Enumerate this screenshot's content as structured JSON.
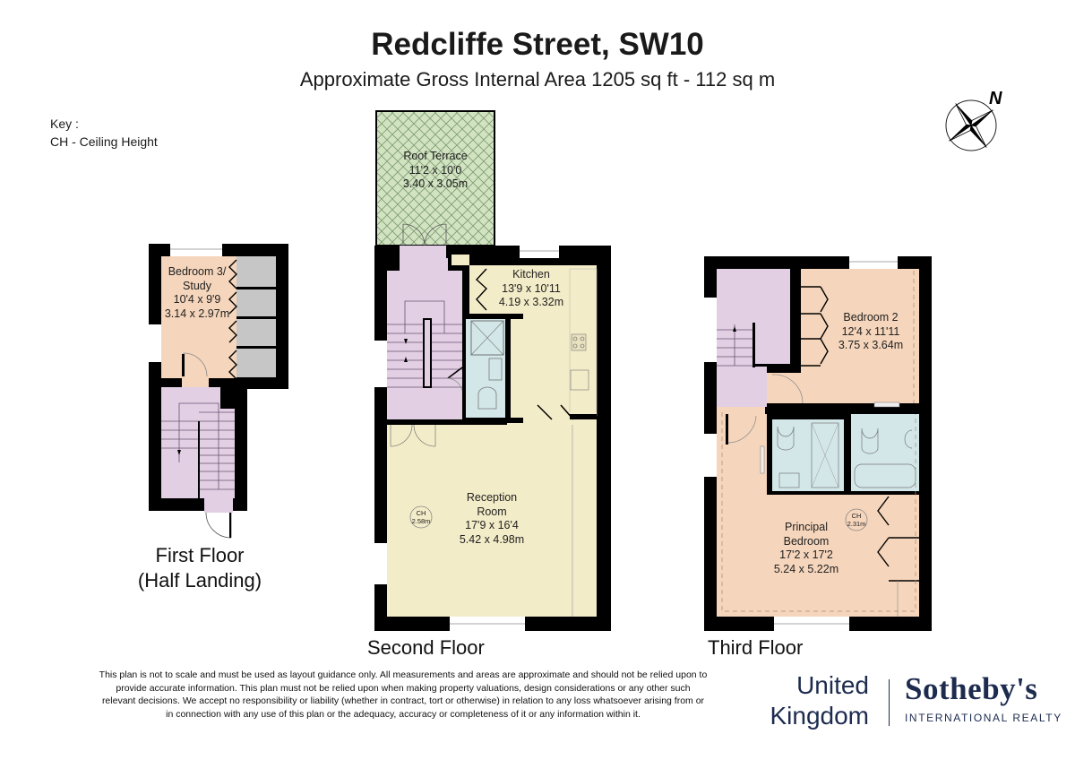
{
  "header": {
    "title": "Redcliffe Street, SW10",
    "subtitle": "Approximate Gross Internal Area 1205 sq ft - 112 sq m"
  },
  "key": {
    "heading": "Key :",
    "entries": [
      "CH - Ceiling Height"
    ]
  },
  "compass": {
    "icon": "north-arrow-compass-icon",
    "label": "N"
  },
  "colors": {
    "wall": "#000000",
    "bedroom": "#f5d5bb",
    "circulation": "#e2cfe4",
    "reception_kitchen": "#f3ecc8",
    "bathroom": "#d3e7e9",
    "terrace": "#d2e3c2",
    "storage": "#c6c6c6",
    "brand": "#1d2b4f"
  },
  "floors": [
    {
      "name": "First Floor",
      "name_line2": "(Half Landing)",
      "rooms": [
        {
          "name": "Bedroom 3/",
          "name_line2": "Study",
          "imperial": "10'4 x 9'9",
          "metric": "3.14 x 2.97m"
        }
      ]
    },
    {
      "name": "Second Floor",
      "rooms": [
        {
          "name": "Roof Terrace",
          "imperial": "11'2 x 10'0",
          "metric": "3.40 x 3.05m"
        },
        {
          "name": "Kitchen",
          "imperial": "13'9 x 10'11",
          "metric": "4.19 x 3.32m"
        },
        {
          "name": "Reception",
          "name_line2": "Room",
          "imperial": "17'9 x 16'4",
          "metric": "5.42 x 4.98m",
          "ceiling_height": {
            "label": "CH",
            "value": "2.58m"
          }
        }
      ]
    },
    {
      "name": "Third Floor",
      "rooms": [
        {
          "name": "Bedroom 2",
          "imperial": "12'4 x 11'11",
          "metric": "3.75 x 3.64m"
        },
        {
          "name": "Principal",
          "name_line2": "Bedroom",
          "imperial": "17'2 x 17'2",
          "metric": "5.24 x 5.22m",
          "ceiling_height": {
            "label": "CH",
            "value": "2.31m"
          }
        }
      ]
    }
  ],
  "disclaimer": "This plan is not to scale and must be used as layout guidance only. All measurements and areas are approximate and should not be relied upon to provide accurate information. This plan must not be relied upon when making property valuations, design considerations or any other such relevant decisions. We accept no responsibility or liability (whether in contract, tort or otherwise) in relation to any loss whatsoever arising from or in connection with any use of this plan or the adequacy, accuracy or completeness of it or any information within it.",
  "logo": {
    "left_line1": "United",
    "left_line2": "Kingdom",
    "brand": "Sotheby's",
    "tagline": "INTERNATIONAL REALTY"
  }
}
